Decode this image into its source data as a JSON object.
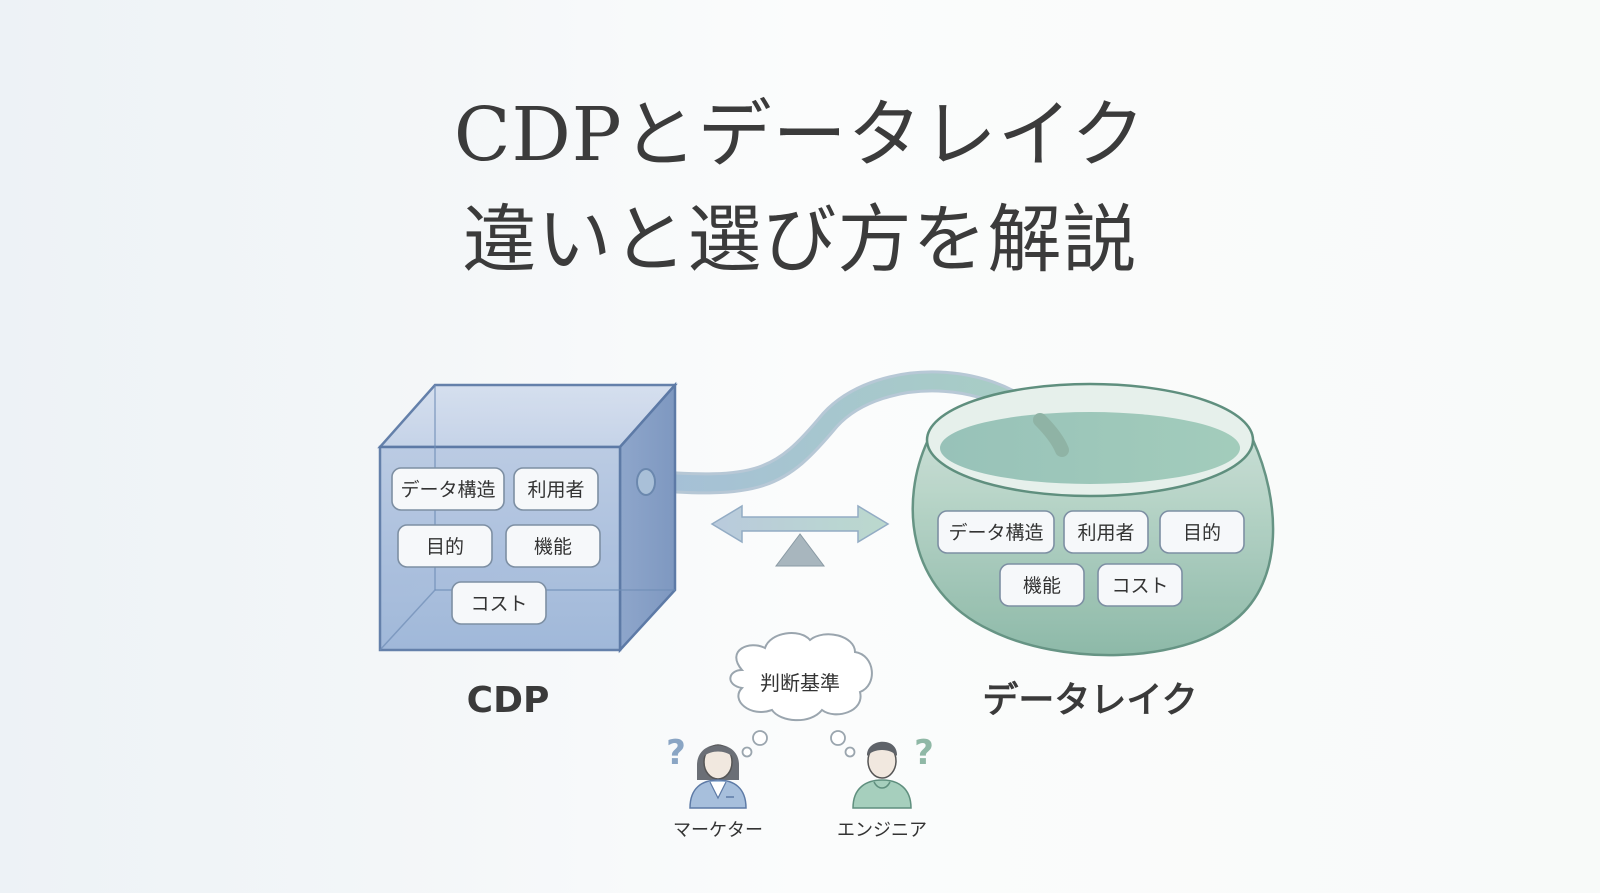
{
  "title": {
    "line1": "CDPとデータレイク",
    "line2": "違いと選び方を解説"
  },
  "cdp": {
    "label": "CDP",
    "tags": [
      "データ構造",
      "利用者",
      "目的",
      "機能",
      "コスト"
    ]
  },
  "data_lake": {
    "label": "データレイク",
    "tags": [
      "データ構造",
      "利用者",
      "目的",
      "機能",
      "コスト"
    ]
  },
  "decision": {
    "bubble_text": "判断基準"
  },
  "people": [
    {
      "label": "マーケター",
      "mark": "?"
    },
    {
      "label": "エンジニア",
      "mark": "?"
    }
  ],
  "colors": {
    "cdp_blue": "#8fa9cf",
    "lake_green": "#9cc4b4",
    "title_text": "#3b3b3b"
  },
  "icons": [
    "balance-scale-icon",
    "double-arrow-icon",
    "pipe-icon",
    "thought-bubble-icon",
    "person-icon",
    "question-mark-icon"
  ]
}
